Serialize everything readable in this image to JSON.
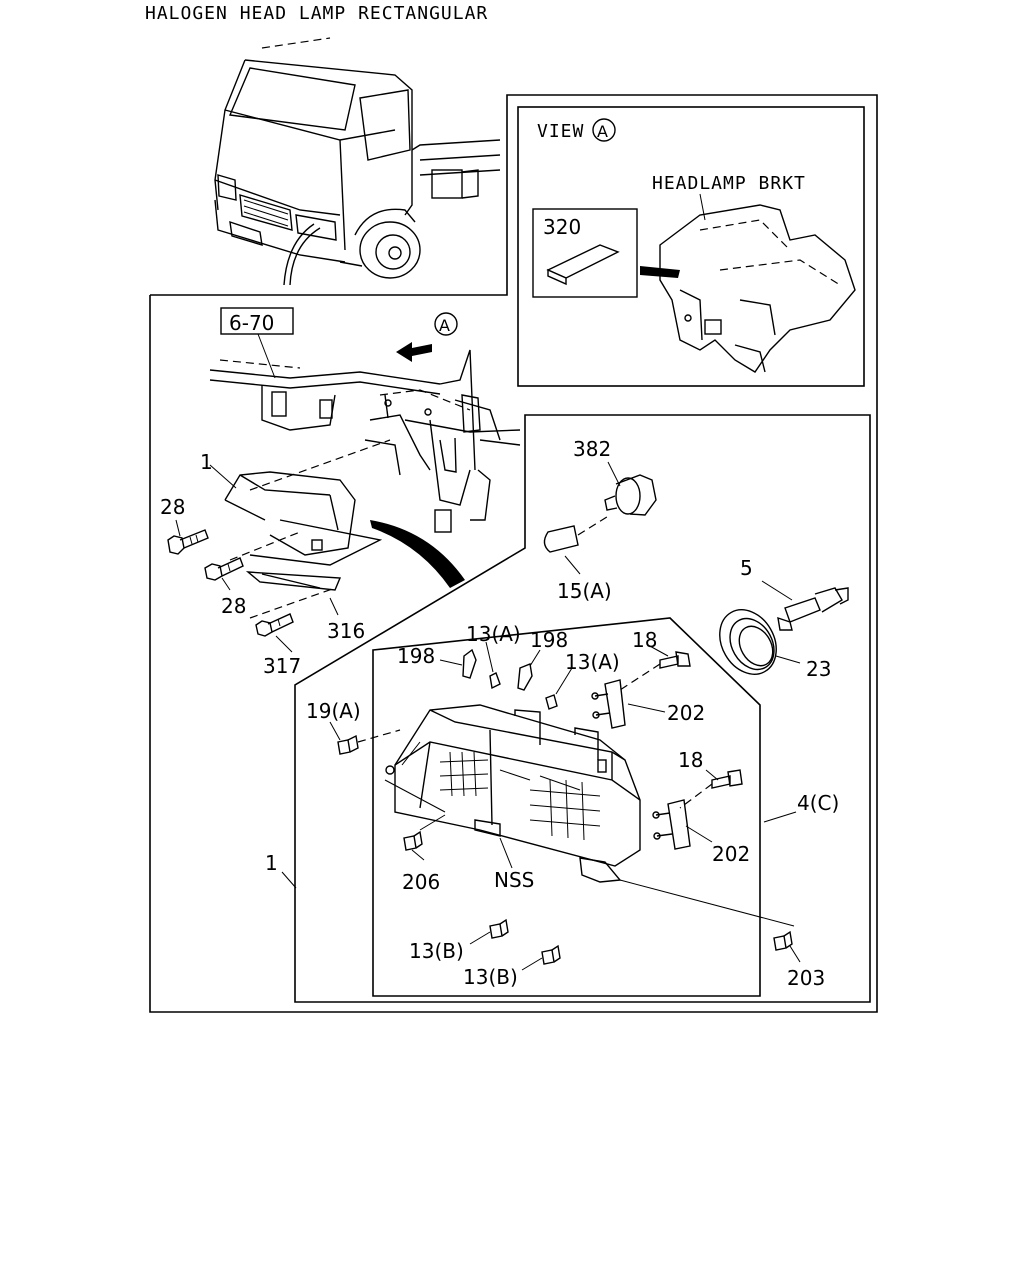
{
  "title": "HALOGEN HEAD LAMP RECTANGULAR",
  "view_box": {
    "heading": "VIEW",
    "marker": "A",
    "bracket_label": "HEADLAMP BRKT",
    "part_320": "320"
  },
  "ref_box": "6-70",
  "arrow_marker": "A",
  "callouts": {
    "p1_top": "1",
    "p28_a": "28",
    "p28_b": "28",
    "p316": "316",
    "p317": "317",
    "p382": "382",
    "p15a": "15(A)",
    "p5": "5",
    "p23": "23",
    "p13a_1": "13(A)",
    "p198_1": "198",
    "p198_2": "198",
    "p13a_2": "13(A)",
    "p18_1": "18",
    "p202_1": "202",
    "p19a": "19(A)",
    "p18_2": "18",
    "p4c": "4(C)",
    "p202_2": "202",
    "p1_side": "1",
    "p206": "206",
    "nss": "NSS",
    "p13b_1": "13(B)",
    "p13b_2": "13(B)",
    "p203": "203"
  }
}
